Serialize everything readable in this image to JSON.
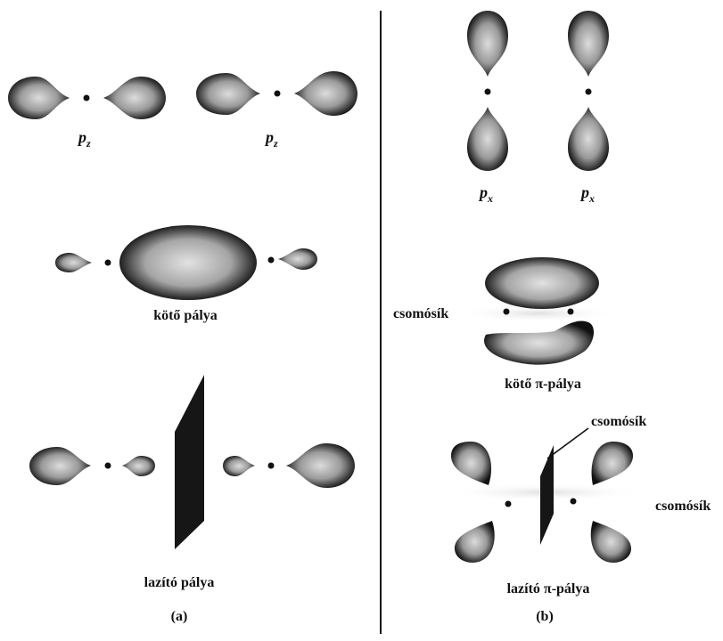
{
  "panel_a": {
    "orbital_label_left": "p",
    "orbital_label_left_sub": "z",
    "orbital_label_right": "p",
    "orbital_label_right_sub": "z",
    "bonding_label": "kötő pálya",
    "antibonding_label": "lazító pálya",
    "panel_label": "(a)"
  },
  "panel_b": {
    "orbital_label_left": "p",
    "orbital_label_left_sub": "x",
    "orbital_label_right": "p",
    "orbital_label_right_sub": "x",
    "nodal_plane_label_bonding": "csomósík",
    "bonding_label": "kötő π-pálya",
    "nodal_plane_label_top": "csomósík",
    "nodal_plane_label_side": "csomósík",
    "antibonding_label": "lazító π-pálya",
    "panel_label": "(b)"
  },
  "colors": {
    "lobe_dark": "#111111",
    "lobe_light": "#cfcfcf",
    "line": "#111111"
  }
}
